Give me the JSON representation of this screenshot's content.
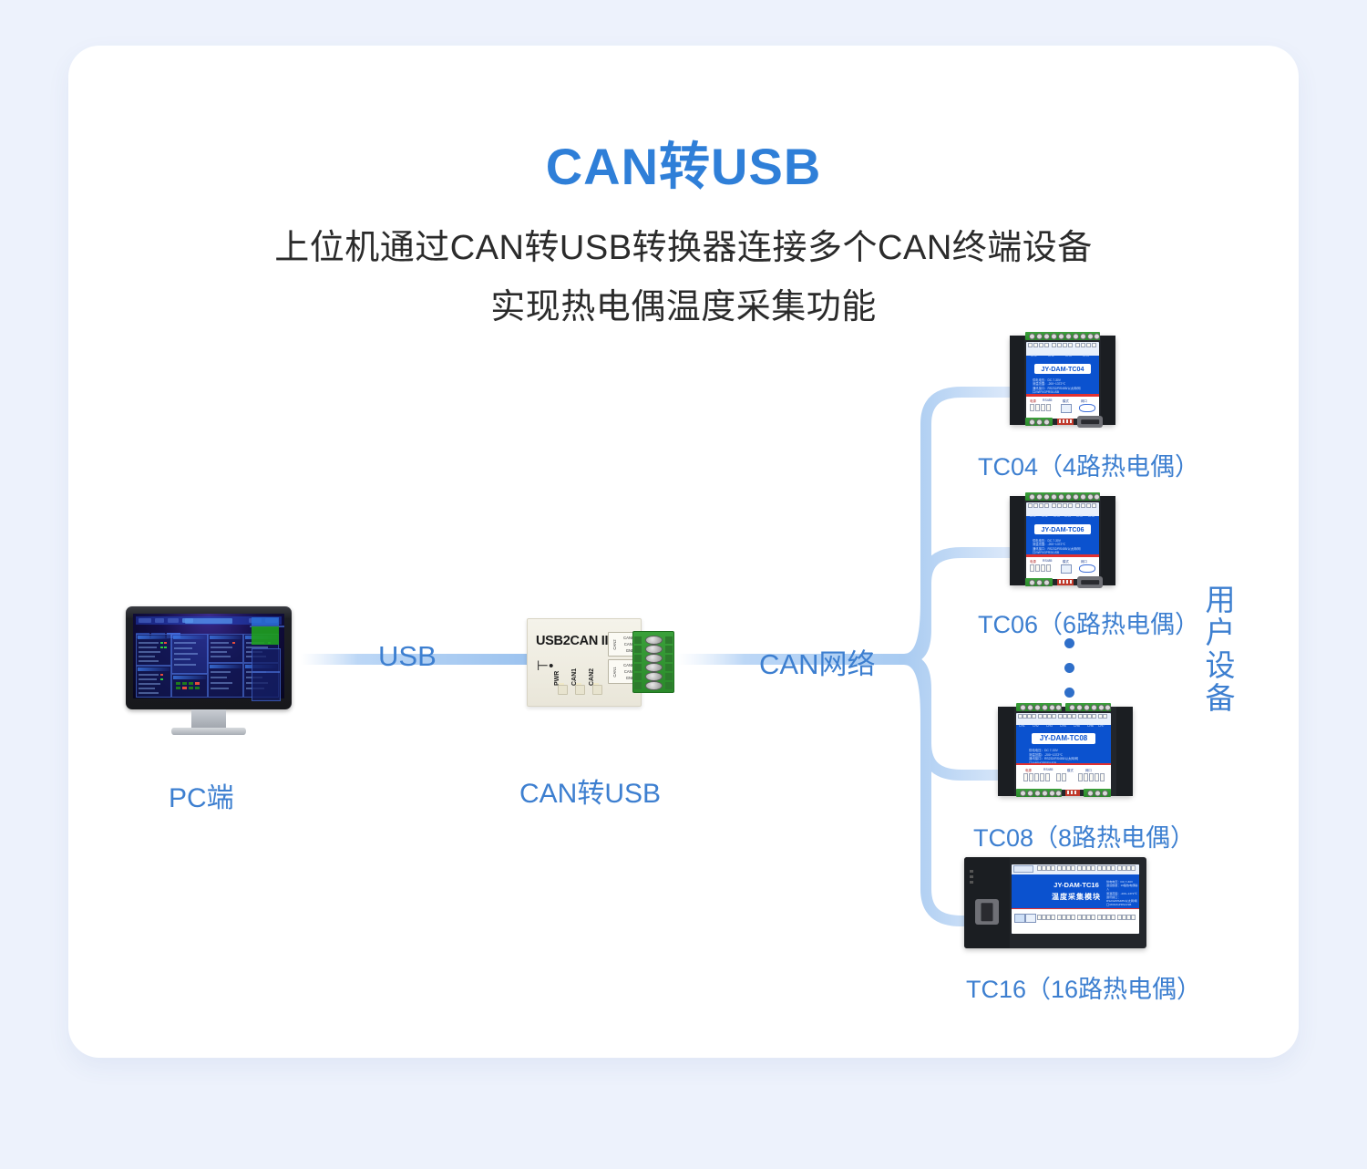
{
  "page": {
    "background_color": "#edf2fc",
    "card_color": "#ffffff",
    "accent_blue": "#2f7fd8",
    "caption_blue": "#3d7fd0"
  },
  "header": {
    "title": "CAN转USB",
    "subtitle_line1": "上位机通过CAN转USB转换器连接多个CAN终端设备",
    "subtitle_line2": "实现热电偶温度采集功能"
  },
  "diagram": {
    "pc": {
      "caption": "PC端"
    },
    "converter": {
      "caption": "CAN转USB",
      "device_label": "USB2CAN II",
      "usb_icon": "usb-icon",
      "leds": [
        "PWR",
        "CAN1",
        "CAN2"
      ],
      "terminal_blocks": [
        {
          "group": "CAN2",
          "pins": [
            "CANH",
            "CANL",
            "GND"
          ]
        },
        {
          "group": "CAN1",
          "pins": [
            "CANH",
            "CANL",
            "GND"
          ]
        }
      ]
    },
    "links": {
      "usb_label": "USB",
      "can_label": "CAN网络"
    },
    "group_label": "用户设备",
    "ellipsis": "⋮",
    "modules": [
      {
        "id": "tc04",
        "board_name": "JY-DAM-TC04",
        "caption": "TC04（4路热电偶）",
        "channels": [
          "CH1",
          "CH2",
          "CH3",
          "CH4"
        ],
        "specs": [
          "供电电压：DC 7-30V",
          "测温范围：-200~1372℃",
          "通讯接口：RS232/RS485/以太网/网口/WIFI/GPRS/USB"
        ],
        "footer_labels": [
          "电源",
          "RS485",
          "模式",
          "网口"
        ]
      },
      {
        "id": "tc06",
        "board_name": "JY-DAM-TC06",
        "caption": "TC06（6路热电偶）",
        "channels": [
          "CH1",
          "CH2",
          "CH3",
          "CH4",
          "CH5",
          "CH6"
        ],
        "specs": [
          "供电电压：DC 7-30V",
          "测温范围：-200~1372℃",
          "通讯接口：RS232/RS485/以太网/网口/WIFI/GPRS/USB"
        ],
        "footer_labels": [
          "电源",
          "RS485",
          "模式",
          "网口"
        ]
      },
      {
        "id": "tc08",
        "board_name": "JY-DAM-TC08",
        "caption": "TC08（8路热电偶）",
        "channels": [
          "CH1",
          "CH2",
          "CH3",
          "CH4",
          "CH5",
          "CH6",
          "CH7",
          "CH8"
        ],
        "specs": [
          "供电电压：DC 7-30V",
          "测温范围：-200~1372℃",
          "通讯接口：RS232/RS485/以太网/网口/WIFI/GPRS/USB"
        ],
        "footer_labels": [
          "电源",
          "RS485",
          "模式",
          "网口"
        ]
      },
      {
        "id": "tc16",
        "board_name": "JY-DAM-TC16",
        "board_subtitle": "温度采集模块",
        "caption": "TC16（16路热电偶）",
        "specs": [
          "供电电压：DC 7-30V",
          "通道数量：16路热电偶输入",
          "测温范围：-200~1372℃",
          "通讯接口：RS232/RS485/以太网/网口/WIFI/GPRS/USB"
        ],
        "footer_labels": []
      }
    ]
  }
}
